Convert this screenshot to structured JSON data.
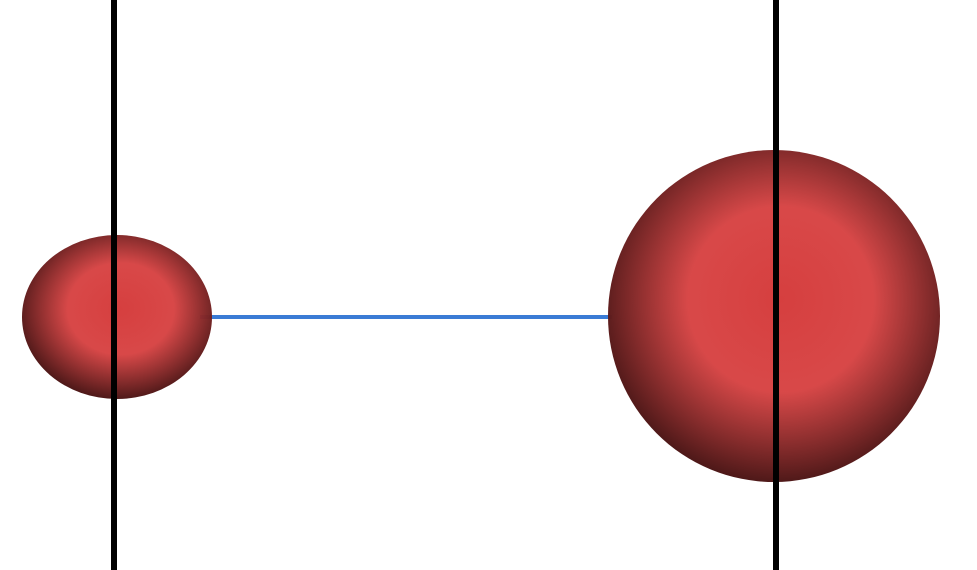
{
  "scene": {
    "background": "#ffffff",
    "sphere_color": "#d63f3f",
    "sphere_shadow_color": "#2a0c0c",
    "axis_color": "#000000",
    "connector_color": "#3a7bd5",
    "objects": [
      {
        "kind": "sphere",
        "label": "",
        "size": "small"
      },
      {
        "kind": "sphere",
        "label": "",
        "size": "large"
      }
    ]
  }
}
